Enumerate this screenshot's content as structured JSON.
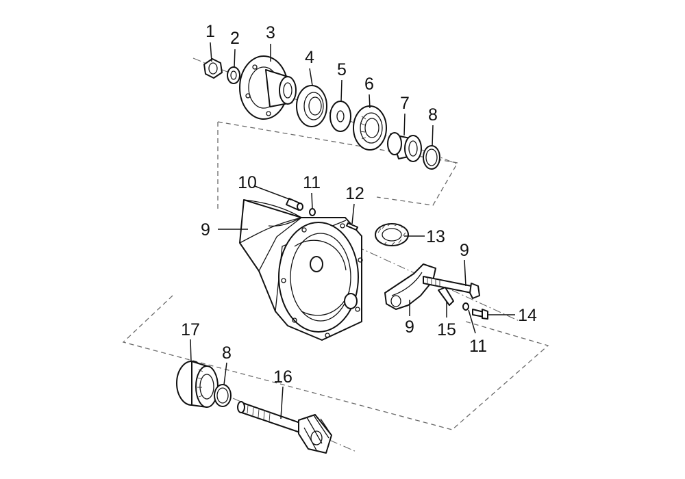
{
  "callouts": [
    {
      "id": "c1",
      "text": "1"
    },
    {
      "id": "c2",
      "text": "2"
    },
    {
      "id": "c3",
      "text": "3"
    },
    {
      "id": "c4",
      "text": "4"
    },
    {
      "id": "c5",
      "text": "5"
    },
    {
      "id": "c6",
      "text": "6"
    },
    {
      "id": "c7",
      "text": "7"
    },
    {
      "id": "c8a",
      "text": "8"
    },
    {
      "id": "c9a",
      "text": "9"
    },
    {
      "id": "c10",
      "text": "10"
    },
    {
      "id": "c11a",
      "text": "11"
    },
    {
      "id": "c12",
      "text": "12"
    },
    {
      "id": "c13",
      "text": "13"
    },
    {
      "id": "c9b",
      "text": "9"
    },
    {
      "id": "c9c",
      "text": "9"
    },
    {
      "id": "c14",
      "text": "14"
    },
    {
      "id": "c15",
      "text": "15"
    },
    {
      "id": "c11b",
      "text": "11"
    },
    {
      "id": "c17",
      "text": "17"
    },
    {
      "id": "c8b",
      "text": "8"
    },
    {
      "id": "c16",
      "text": "16"
    }
  ],
  "colors": {
    "line": "#111111",
    "dashed": "#6a6a6a",
    "background": "#ffffff"
  }
}
